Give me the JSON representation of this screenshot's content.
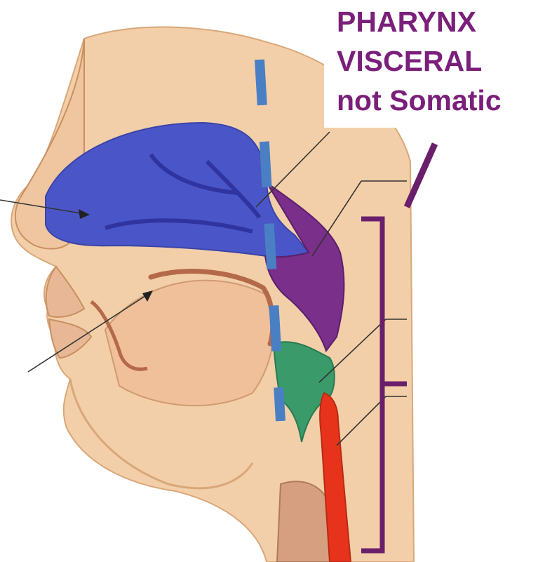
{
  "title": {
    "line1": "PHARYNX",
    "line2": "VISCERAL",
    "line3": "not Somatic"
  },
  "colors": {
    "skin": "#f2cfa8",
    "skin_shadow": "#d9a77a",
    "nasal_cavity": "#4a56c8",
    "nasopharynx": "#7a2f8a",
    "oropharynx": "#3a9a6a",
    "laryngopharynx": "#e8331c",
    "dashed_line": "#4a7fc4",
    "bracket": "#6a1f6a",
    "title_text": "#7a1f7a",
    "annotation_line": "#333333"
  }
}
